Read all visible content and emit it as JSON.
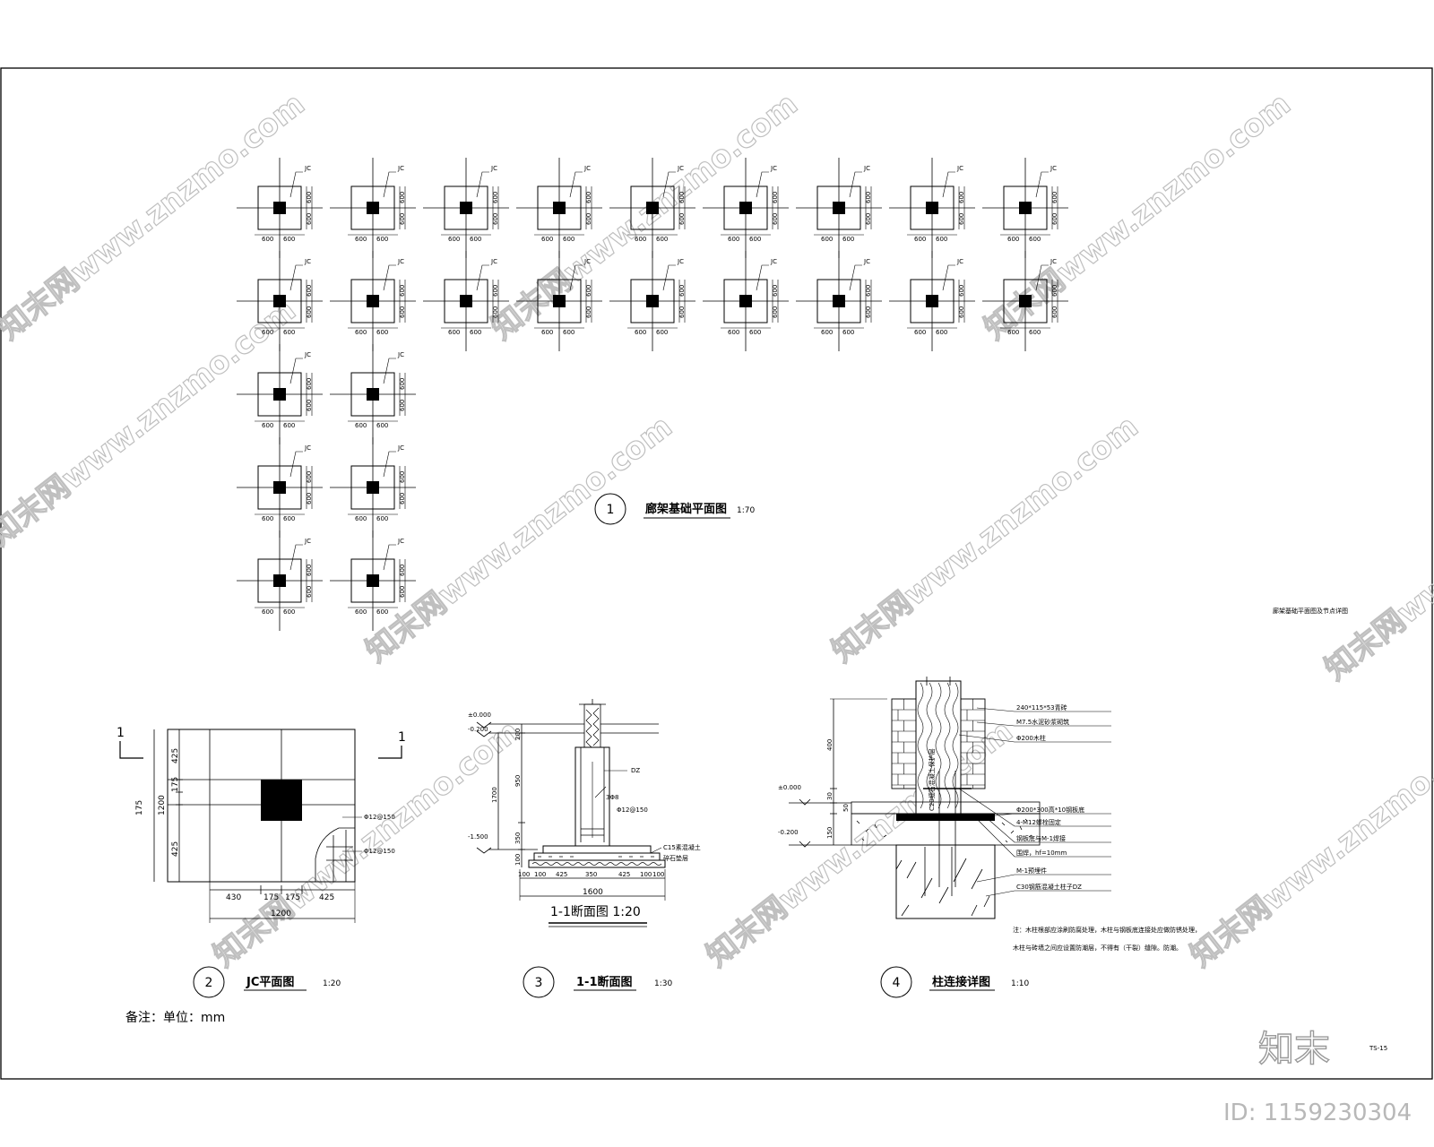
{
  "plan": {
    "footing_tag": "JC",
    "dim_a": "600",
    "dim_b": "600",
    "title_no": "1",
    "title": "廊架基础平面图",
    "scale": "1:70",
    "side_note": "廊架基础平面图及节点详图"
  },
  "jc": {
    "section_mark": "1",
    "v_dims": [
      "425",
      "175",
      "175",
      "425"
    ],
    "v_total": "1200",
    "h_dims": [
      "430",
      "175",
      "175",
      "425"
    ],
    "h_total": "1200",
    "rebar_1": "Φ12@150",
    "rebar_2": "Φ12@150",
    "title_no": "2",
    "title": "JC平面图",
    "scale": "1:20",
    "note": "备注：单位：mm"
  },
  "section": {
    "elev_0": "±0.000",
    "elev_1": "-0.200",
    "elev_2": "-1.500",
    "d200": "200",
    "d950": "950",
    "d1700": "1700",
    "d350": "350",
    "d100": "100",
    "label_dz": "DZ",
    "label_bar": "3Φ8",
    "label_stirrup": "Φ12@150",
    "label_c15": "C15素混凝土",
    "label_gravel": "碎石垫层",
    "bottom_dims": [
      "100",
      "100",
      "425",
      "350",
      "425",
      "100",
      "100"
    ],
    "bottom_total": "1600",
    "subtitle": "1-1断面图 1:20",
    "title_no": "3",
    "title": "1-1断面图",
    "scale": "1:30"
  },
  "detail": {
    "elev_0": "±0.000",
    "elev_1": "-0.200",
    "d400": "400",
    "d30": "30",
    "d50": "50",
    "d150": "150",
    "labels": [
      "240*115*53青砖",
      "M7.5水泥砂浆砌筑",
      "Φ200木柱",
      "Φ200*300高*10钢板底",
      "4-M12螺栓固定",
      "钢板底与M-1焊接",
      "围焊，hf=10mm",
      "M-1预埋件",
      "C30钢筋混凝土柱子DZ"
    ],
    "inner_label": "C20细石混凝土保护层",
    "note_1": "注：木柱根部应涂刷防腐处理，木柱与钢板底连接处应做防锈处理，",
    "note_2": "木柱与砖墙之间应设置防潮层，不得有（干裂）缝隙。防潮。",
    "title_no": "4",
    "title": "柱连接详图",
    "scale": "1:10"
  },
  "footer": {
    "page": "TS-15",
    "brand": "知末",
    "id": "ID: 1159230304"
  },
  "watermark": "知末网www.znzmo.com"
}
